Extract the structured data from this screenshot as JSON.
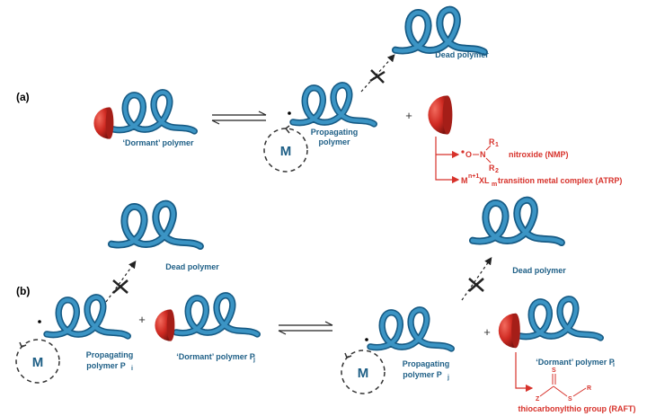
{
  "panel_a": {
    "label": "(a)",
    "dormant_label": "‘Dormant’ polymer",
    "propagating_label_line1": "Propagating",
    "propagating_label_line2": "polymer",
    "dead_label": "Dead polymer",
    "monomer": "M",
    "plus": "+",
    "nmp_label": "nitroxide (NMP)",
    "nmp_o": "O",
    "nmp_n": "N",
    "nmp_r1": "R",
    "nmp_r1_sub": "1",
    "nmp_r2": "R",
    "nmp_r2_sub": "2",
    "atrp_m": "M",
    "atrp_sup": "n+1",
    "atrp_xl": "XL",
    "atrp_sub": "m",
    "atrp_label": "transition metal complex (ATRP)"
  },
  "panel_b": {
    "label": "(b)",
    "dead_label_left": "Dead polymer",
    "dead_label_right": "Dead polymer",
    "prop_left_line1": "Propagating",
    "prop_left_line2": "polymer P",
    "prop_left_sub": "i",
    "dormant_mid": "‘Dormant’ polymer P",
    "dormant_mid_sub": "j",
    "prop_right_line1": "Propagating",
    "prop_right_line2": "polymer P",
    "prop_right_sub": "j",
    "dormant_right": "‘Dormant’ polymer P",
    "dormant_right_sub": "i",
    "monomer": "M",
    "plus": "+",
    "raft_s_top": "S",
    "raft_z": "Z",
    "raft_s": "S",
    "raft_r": "R",
    "raft_label": "thiocarbonylthio group (RAFT)"
  },
  "colors": {
    "chain": "#1f6e9c",
    "chain_dark": "#0f4a6e",
    "cap_red": "#d7322b",
    "text_blue": "#1e5f86",
    "text_red": "#d7322b"
  }
}
